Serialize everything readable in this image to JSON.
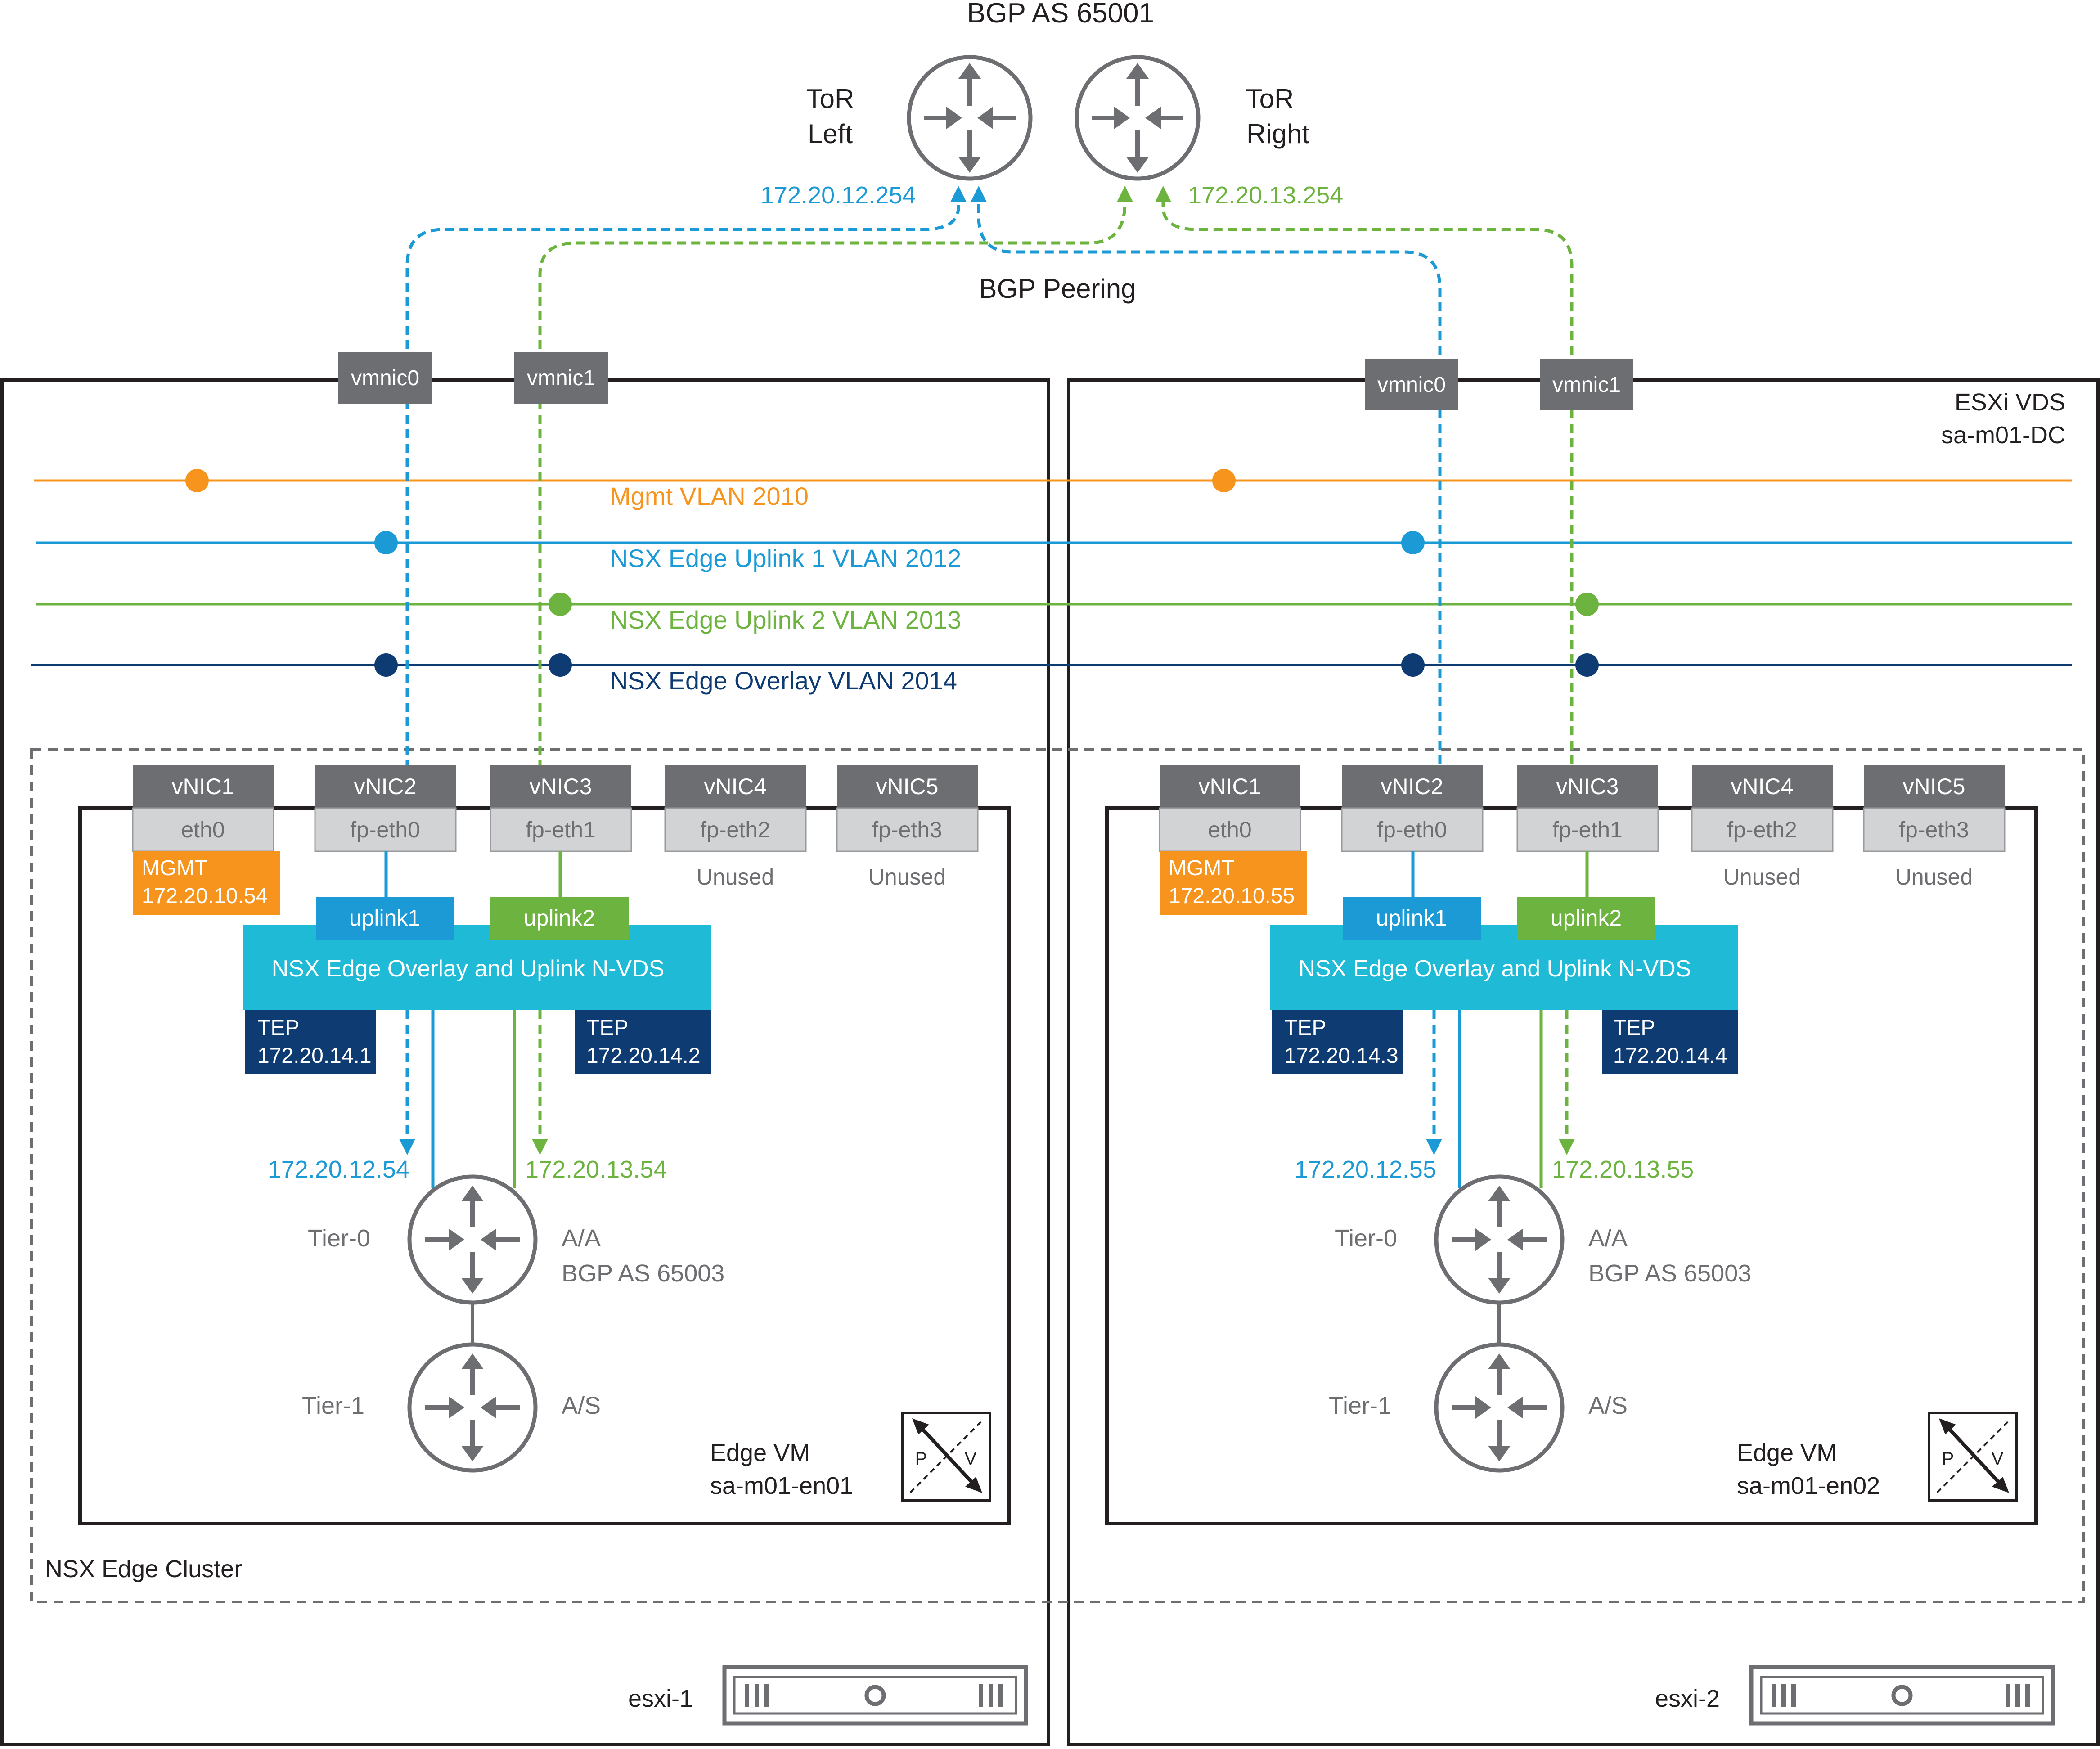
{
  "colors": {
    "orange": "#F7941D",
    "blue": "#1B9AD6",
    "green": "#6DB33F",
    "navy": "#0F3B73",
    "cyan": "#1FBAD6",
    "gray_dark": "#6D6E71",
    "gray_light": "#D1D3D4",
    "router_gray": "#6D6E71",
    "text_dark": "#231F20",
    "text_gray": "#6D6E71"
  },
  "top": {
    "bgp_as_label": "BGP AS 65001",
    "tor_left": [
      "ToR",
      "Left"
    ],
    "tor_right": [
      "ToR",
      "Right"
    ],
    "tor_left_ip": "172.20.12.254",
    "tor_right_ip": "172.20.13.254",
    "bgp_peering_label": "BGP Peering"
  },
  "vds": {
    "label": [
      "ESXi VDS",
      "sa-m01-DC"
    ],
    "vlans": [
      {
        "label": "Mgmt VLAN 2010",
        "color": "orange"
      },
      {
        "label": "NSX Edge Uplink 1 VLAN 2012",
        "color": "blue"
      },
      {
        "label": "NSX Edge Uplink 2 VLAN 2013",
        "color": "green"
      },
      {
        "label": "NSX Edge Overlay VLAN 2014",
        "color": "navy"
      }
    ]
  },
  "cluster_label": "NSX Edge Cluster",
  "hosts": [
    {
      "name": "esxi-1",
      "vmnics": [
        "vmnic0",
        "vmnic1"
      ],
      "vnics": [
        {
          "name": "vNIC1",
          "iface": "eth0"
        },
        {
          "name": "vNIC2",
          "iface": "fp-eth0"
        },
        {
          "name": "vNIC3",
          "iface": "fp-eth1"
        },
        {
          "name": "vNIC4",
          "iface": "fp-eth2",
          "note": "Unused"
        },
        {
          "name": "vNIC5",
          "iface": "fp-eth3",
          "note": "Unused"
        }
      ],
      "mgmt": [
        "MGMT",
        "172.20.10.54"
      ],
      "uplink1": "uplink1",
      "uplink2": "uplink2",
      "nvds_label": "NSX Edge Overlay and Uplink N-VDS",
      "tep_a": [
        "TEP",
        "172.20.14.1"
      ],
      "tep_b": [
        "TEP",
        "172.20.14.2"
      ],
      "uplink1_ip": "172.20.12.54",
      "uplink2_ip": "172.20.13.54",
      "tier0_label": "Tier-0",
      "tier0_mode": [
        "A/A",
        "BGP AS 65003"
      ],
      "tier1_label": "Tier-1",
      "tier1_mode": "A/S",
      "edge_vm": [
        "Edge VM",
        "sa-m01-en01"
      ],
      "pv_icon": [
        "P",
        "V"
      ]
    },
    {
      "name": "esxi-2",
      "vmnics": [
        "vmnic0",
        "vmnic1"
      ],
      "vnics": [
        {
          "name": "vNIC1",
          "iface": "eth0"
        },
        {
          "name": "vNIC2",
          "iface": "fp-eth0"
        },
        {
          "name": "vNIC3",
          "iface": "fp-eth1"
        },
        {
          "name": "vNIC4",
          "iface": "fp-eth2",
          "note": "Unused"
        },
        {
          "name": "vNIC5",
          "iface": "fp-eth3",
          "note": "Unused"
        }
      ],
      "mgmt": [
        "MGMT",
        "172.20.10.55"
      ],
      "uplink1": "uplink1",
      "uplink2": "uplink2",
      "nvds_label": "NSX Edge Overlay and Uplink N-VDS",
      "tep_a": [
        "TEP",
        "172.20.14.3"
      ],
      "tep_b": [
        "TEP",
        "172.20.14.4"
      ],
      "uplink1_ip": "172.20.12.55",
      "uplink2_ip": "172.20.13.55",
      "tier0_label": "Tier-0",
      "tier0_mode": [
        "A/A",
        "BGP AS 65003"
      ],
      "tier1_label": "Tier-1",
      "tier1_mode": "A/S",
      "edge_vm": [
        "Edge VM",
        "sa-m01-en02"
      ],
      "pv_icon": [
        "P",
        "V"
      ]
    }
  ]
}
